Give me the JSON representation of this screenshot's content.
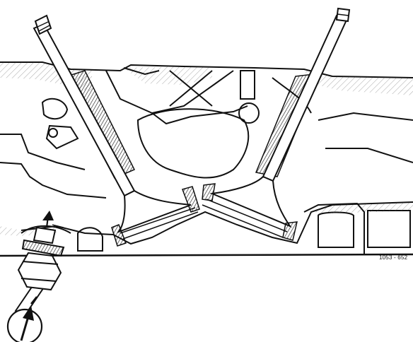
{
  "figure": {
    "code_label": "1053 - 652"
  },
  "colors": {
    "ink": "#111111",
    "paper": "#ffffff",
    "hatch": "#444444"
  },
  "parts": {
    "cylinder_head": "cylinder-head-section",
    "left_valve": "intake-valve",
    "right_valve": "exhaust-valve",
    "fitting": "test-fitting",
    "arrows": "air-flow-arrows"
  }
}
